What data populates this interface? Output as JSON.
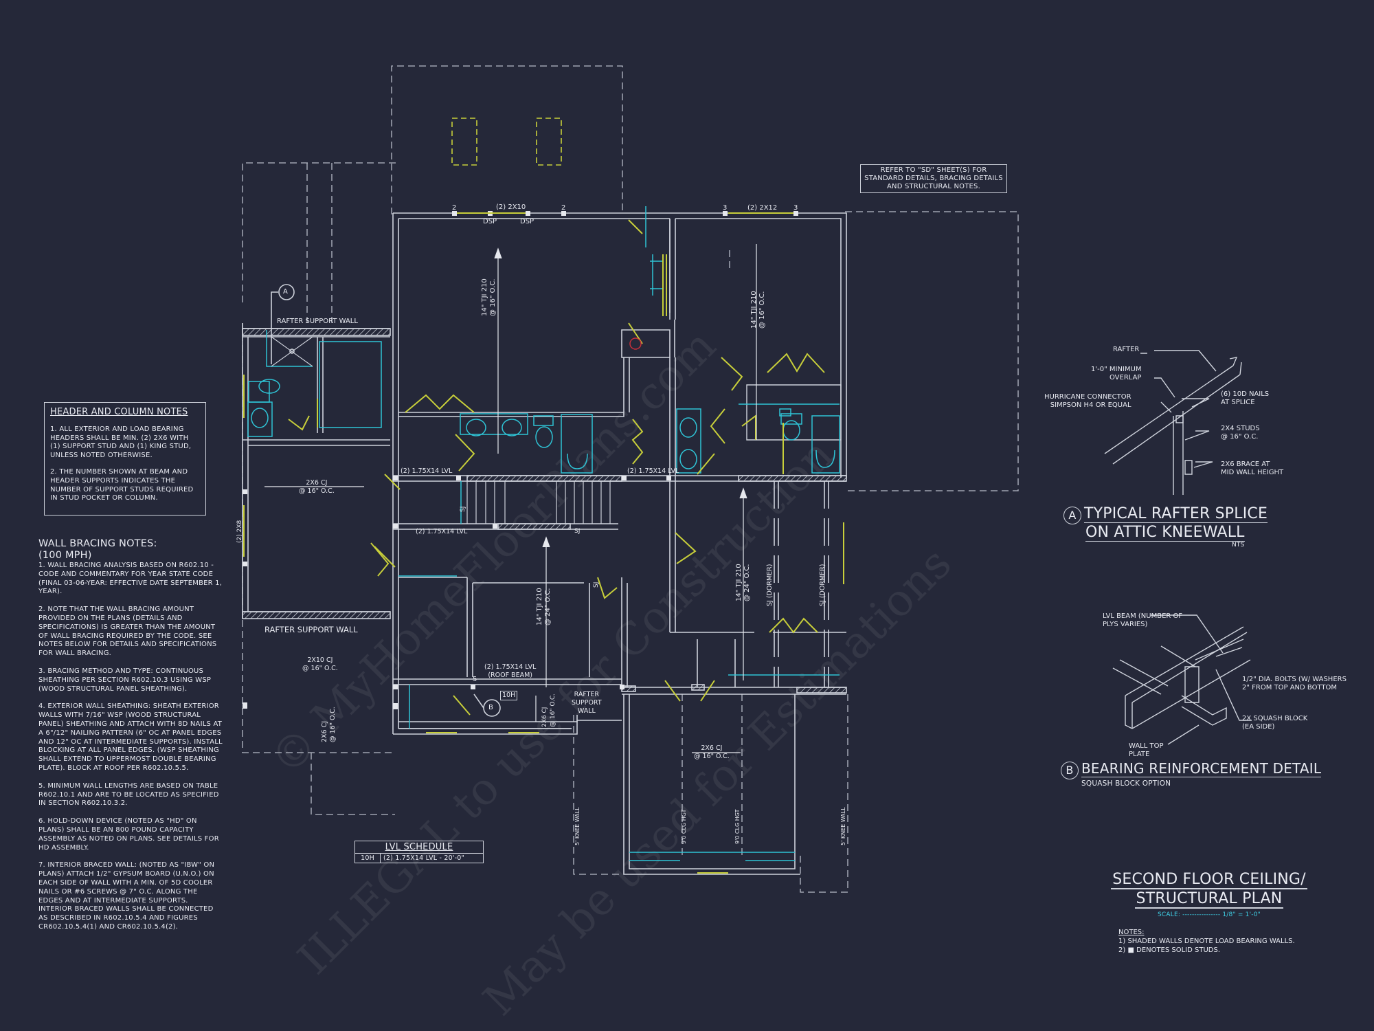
{
  "drawing": {
    "title_line1": "SECOND FLOOR CEILING/",
    "title_line2": "STRUCTURAL PLAN",
    "scale": "SCALE: ---------------- 1/8\" = 1'-0\"",
    "notes_heading": "NOTES:",
    "notes": [
      "1) SHADED WALLS DENOTE LOAD BEARING WALLS.",
      "2) ■ DENOTES SOLID STUDS."
    ]
  },
  "colors": {
    "background": "#252839",
    "linework": "#cfd3dc",
    "fixtures_cyan": "#2fc4d6",
    "doors_yellow": "#c8cf3a",
    "smoke_detector_red": "#c8303a"
  },
  "header_column_notes": {
    "title": "HEADER AND COLUMN NOTES",
    "items": [
      "1. ALL EXTERIOR AND LOAD BEARING HEADERS SHALL BE MIN. (2) 2x6 WITH (1) SUPPORT STUD AND (1) KING STUD, UNLESS NOTED OTHERWISE.",
      "2. THE NUMBER SHOWN AT BEAM AND HEADER SUPPORTS INDICATES THE NUMBER OF SUPPORT STUDS REQUIRED IN STUD POCKET OR COLUMN."
    ]
  },
  "wall_bracing_notes": {
    "title": "WALL BRACING NOTES:",
    "subtitle": "(100 MPH)",
    "items": [
      "1. WALL BRACING ANALYSIS BASED ON R602.10 - CODE AND COMMENTARY FOR YEAR STATE CODE (FINAL 03-06-YEAR: EFFECTIVE DATE SEPTEMBER 1, YEAR).",
      "2. NOTE THAT THE WALL BRACING AMOUNT PROVIDED ON THE PLANS (DETAILS AND SPECIFICATIONS) IS GREATER THAN THE AMOUNT OF WALL BRACING REQUIRED BY THE CODE. SEE NOTES BELOW FOR DETAILS AND SPECIFICATIONS FOR WALL BRACING.",
      "3. BRACING METHOD AND TYPE: CONTINUOUS SHEATHING PER SECTION R602.10.3 USING WSP (WOOD STRUCTURAL PANEL SHEATHING).",
      "4. EXTERIOR WALL SHEATHING: SHEATH EXTERIOR WALLS WITH 7/16\" WSP (WOOD STRUCTURAL PANEL) SHEATHING AND ATTACH WITH 8d NAILS AT A 6\"/12\" NAILING PATTERN (6\" OC AT PANEL EDGES AND 12\" OC AT INTERMEDIATE SUPPORTS). INSTALL BLOCKING AT ALL PANEL EDGES. (WSP SHEATHING SHALL EXTEND TO UPPERMOST DOUBLE BEARING PLATE). BLOCK AT ROOF PER R602.10.5.5.",
      "5. MINIMUM WALL LENGTHS ARE BASED ON TABLE R602.10.1 AND ARE TO BE LOCATED AS SPECIFIED IN SECTION R602.10.3.2.",
      "6. HOLD-DOWN DEVICE (NOTED AS \"HD\" ON PLANS) SHALL BE AN 800 POUND CAPACITY ASSEMBLY AS NOTED ON PLANS. SEE DETAILS FOR HD ASSEMBLY.",
      "7. INTERIOR BRACED WALL: (NOTED AS \"IBW\" ON PLANS) ATTACH 1/2\" GYPSUM BOARD (U.N.O.) ON EACH SIDE OF WALL WITH A MIN. OF 5d COOLER NAILS OR #6 SCREWS @ 7\" O.C. ALONG THE EDGES AND AT INTERMEDIATE SUPPORTS. INTERIOR BRACED WALLS SHALL BE CONNECTED AS DESCRIBED IN R602.10.5.4 AND FIGURES CR602.10.5.4(1) AND CR602.10.5.4(2)."
    ]
  },
  "reference_note": "REFER TO \"SD\" SHEET(S) FOR STANDARD DETAILS, BRACING DETAILS AND STRUCTURAL NOTES.",
  "lvl_schedule": {
    "title": "LVL SCHEDULE",
    "rows": [
      {
        "mark": "10H",
        "description": "(2) 1.75x14 LVL - 20'-0\""
      }
    ]
  },
  "detail_a": {
    "tag": "A",
    "title_line1": "TYPICAL RAFTER SPLICE",
    "title_line2": "ON ATTIC KNEEWALL",
    "scale": "NTS",
    "callouts": {
      "rafter": "RAFTER",
      "overlap": "1'-0\" MINIMUM\nOVERLAP",
      "connector": "HURRICANE CONNECTOR\nSIMPSON H4 OR EQUAL",
      "nails": "(6) 10d NAILS\nAT SPLICE",
      "studs": "2x4 STUDS\n@ 16\" O.C.",
      "brace": "2x6 BRACE AT\nMID WALL HEIGHT"
    }
  },
  "detail_b": {
    "tag": "B",
    "title": "BEARING REINFORCEMENT DETAIL",
    "subtitle": "SQUASH BLOCK OPTION",
    "callouts": {
      "beam": "LVL BEAM (NUMBER OF\nPLYS VARIES)",
      "bolts": "1/2\" DIA. BOLTS (W/ WASHERS\n2\" FROM TOP AND BOTTOM",
      "squash": "2x SQUASH BLOCK\n(EA SIDE)",
      "plate": "WALL TOP\nPLATE"
    }
  },
  "plan_labels": {
    "header_top_left": "(2) 2x10",
    "dsp": "DSP",
    "header_top_right": "(2) 2x12",
    "stud_2": "2",
    "stud_3": "3",
    "stud_5": "5",
    "joist_left_room": "14\" TJI 210\n@ 16\" O.C.",
    "joist_right_room": "14\" TJI 210\n@ 16\" O.C.",
    "joist_mid": "14\" TJI 210\n@ 24\" O.C.",
    "joist_right_lower": "14\" TJI 210\n@ 24\" O.C.",
    "rafter_support_wall": "RAFTER SUPPORT WALL",
    "rafter_support_wall_stack": "RAFTER\nSUPPORT\nWALL",
    "cj_2x6_16": "2x6 CJ\n@ 16\" O.C.",
    "cj_2x10_16": "2x10 CJ\n@ 16\" O.C.",
    "lvl_beam": "(2) 1.75x14 LVL",
    "roof_beam": "(2) 1.75x14 LVL\n(ROOF BEAM)",
    "beam_mark": "10H",
    "sj": "SJ",
    "sj_dormer": "SJ (DORMER)",
    "side_header": "(2) 2x8",
    "clg_hgt": "9'0 CLG HGT",
    "knee_wall": "5' KNEE WALL",
    "callout_a": "A",
    "callout_b": "B"
  },
  "watermark": {
    "line1": "© MyHomeFloorPlans.com",
    "line2": "ILLEGAL to use for Construction",
    "line3": "May be used for Estimations"
  }
}
